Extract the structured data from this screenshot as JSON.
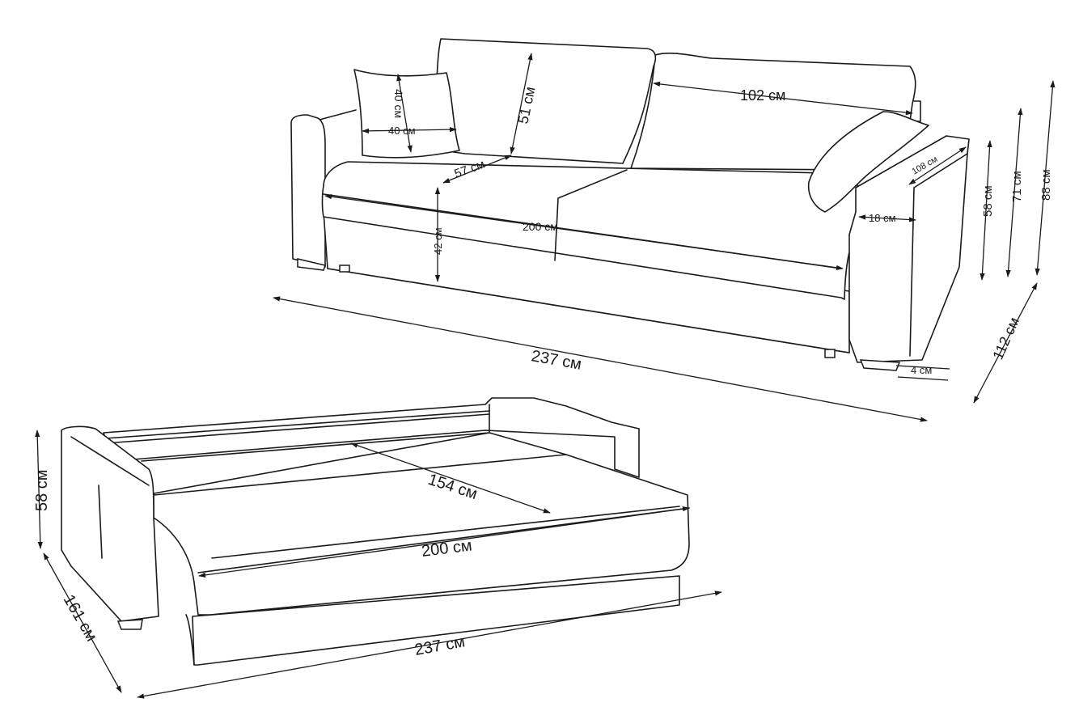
{
  "colors": {
    "line": "#1a1a1a",
    "background": "#ffffff"
  },
  "sofa": {
    "pillow_height": "40 см",
    "pillow_width": "40 см",
    "back_cushion_height": "51 см",
    "back_cushion_width": "102 см",
    "seat_depth": "57 см",
    "seat_height": "42 см",
    "seat_width": "200 см",
    "side_depth": "108 см",
    "armrest_width": "18 см",
    "armrest_height": "58 см",
    "back_height": "71 см",
    "total_height": "88 см",
    "total_depth": "112 см",
    "leg_height": "4 см",
    "total_width": "237 см"
  },
  "bed": {
    "sleep_depth": "154 см",
    "sleep_width": "200 см",
    "total_width": "237 см",
    "armrest_height": "58 см",
    "total_depth": "161 см"
  }
}
